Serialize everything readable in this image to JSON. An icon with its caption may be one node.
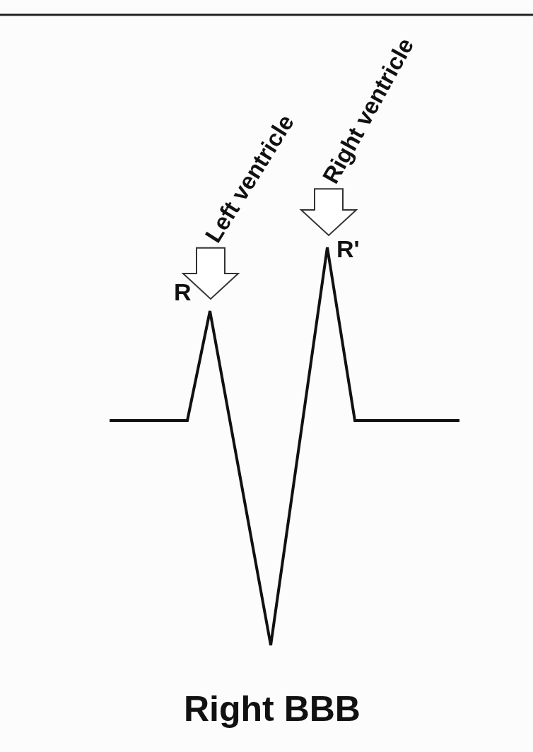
{
  "diagram": {
    "caption": "Right BBB",
    "nodes": [
      {
        "text": [
          "Left ventricle"
        ]
      },
      {
        "text": [
          "Right ventricle"
        ]
      }
    ],
    "edges": [
      {
        "from": 0,
        "to": null,
        "arrow": "to"
      },
      {
        "from": 1,
        "to": null,
        "arrow": "to"
      }
    ],
    "labels": [
      "R",
      "R'"
    ]
  }
}
